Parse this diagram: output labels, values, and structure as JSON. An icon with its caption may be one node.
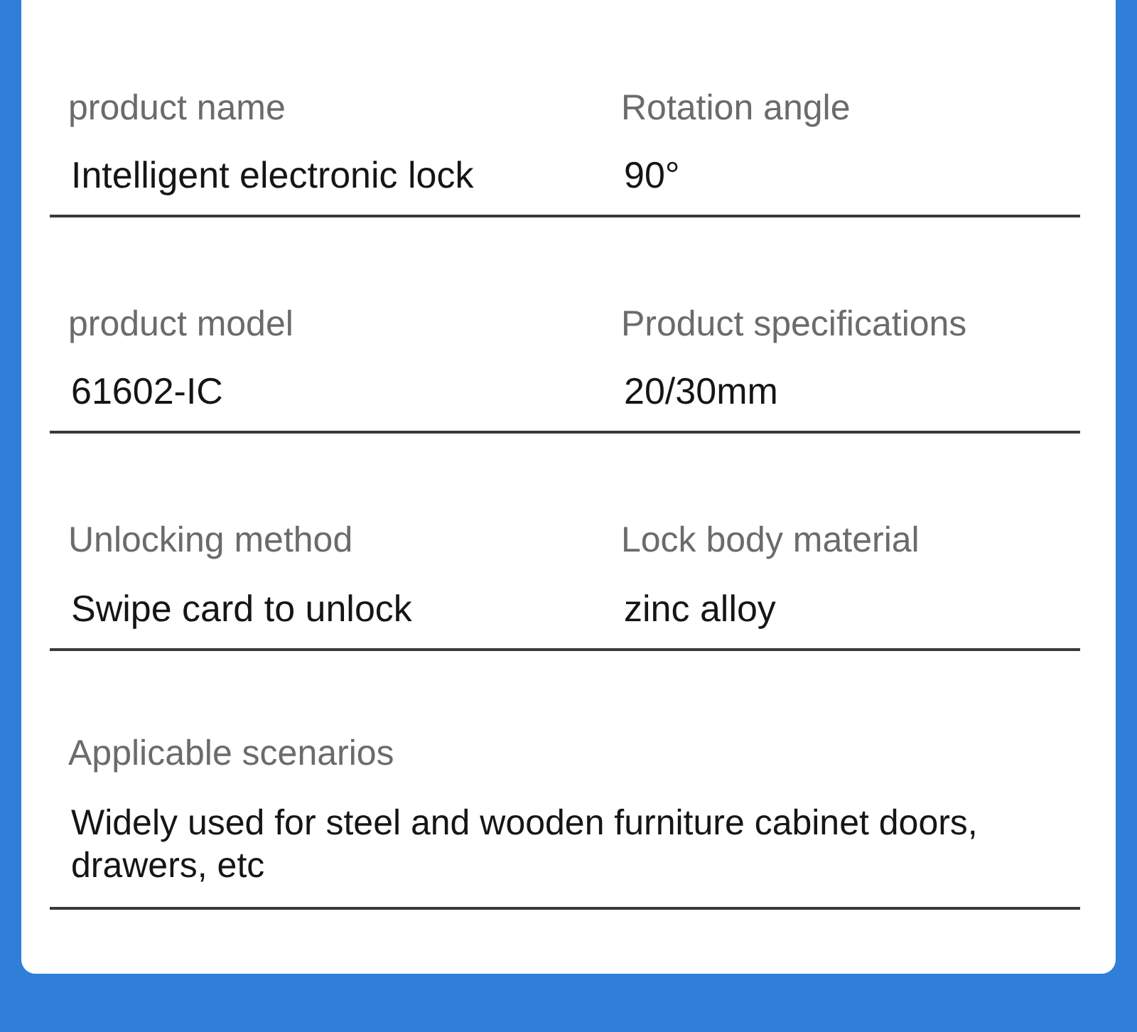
{
  "diagram": {
    "labels": [
      "product name",
      "Rotation angle",
      "Intelligent electronic lock",
      "90°",
      "product model",
      "Product specifications",
      "61602-IC",
      "20/30mm",
      "Unlocking method",
      "Lock body material",
      "Swipe card to unlock",
      "zinc alloy",
      "Applicable scenarios",
      "Widely used for steel and wooden furniture cabinet doors, drawers, etc"
    ]
  }
}
